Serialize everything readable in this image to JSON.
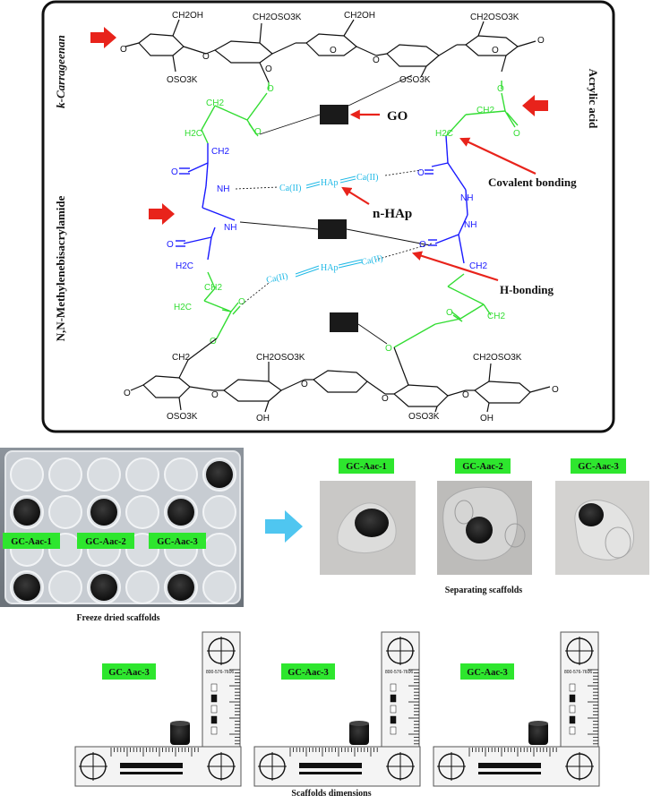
{
  "scheme": {
    "left_vertical_1": "k-Carrageenan",
    "left_vertical_2": "N,N-Methylenebisacrylamide",
    "right_vertical": "Acrylic acid",
    "callouts": {
      "go": "GO",
      "covalent": "Covalent bonding",
      "nhap": "n-HAp",
      "hbond": "H-bonding"
    },
    "chem": {
      "ch2oh": "CH2OH",
      "ch2oso3k": "CH2OSO3K",
      "oso3k": "OSO3K",
      "o": "O",
      "nh": "NH",
      "ch2": "CH2",
      "h2c": "H2C",
      "oh": "OH",
      "ca": "Ca(II)",
      "hap": "HAp"
    }
  },
  "photos": {
    "plate_labels": [
      "GC-Aac-1",
      "GC-Aac-2",
      "GC-Aac-3"
    ],
    "sep_labels": [
      "GC-Aac-1",
      "GC-Aac-2",
      "GC-Aac-3"
    ],
    "freeze_caption": "Freeze dried  scaffolds",
    "sep_caption": "Separating  scaffolds",
    "dim_labels": [
      "GC-Aac-3",
      "GC-Aac-3",
      "GC-Aac-3"
    ],
    "dim_caption": "Scaffolds dimensions",
    "ruler_phone": "800-576-7606"
  },
  "colors": {
    "green_label": "#2ee62e",
    "polymer_blue": "#1a1aff",
    "acrylic_green": "#33dd33",
    "hap_cyan": "#1fb9e6",
    "arrow_red": "#e8231b",
    "arrow_cyan": "#4fc6f0"
  }
}
